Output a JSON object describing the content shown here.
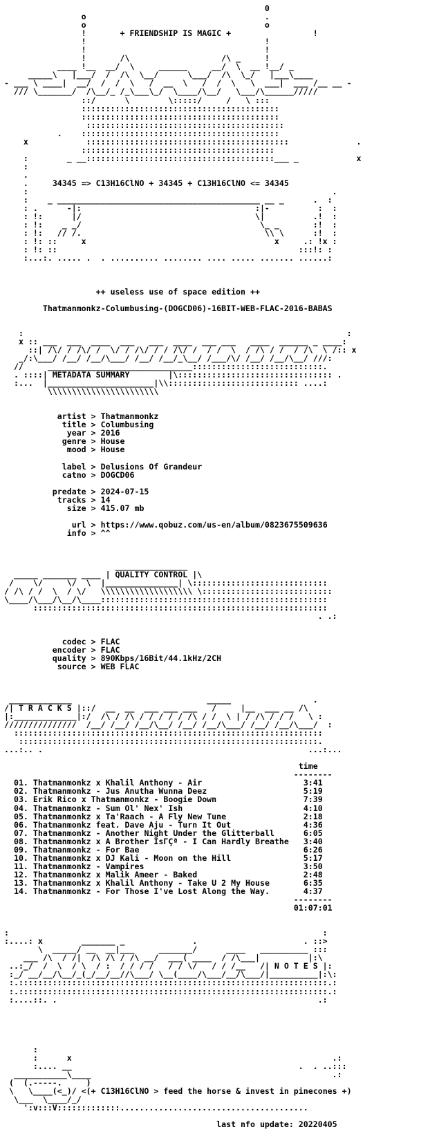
{
  "nfo": {
    "tagline": "+ FRIENDSHIP IS MAGIC +",
    "formula_line": "34345 => C13H16ClNO + 34345 + C13H16ClNO <= 34345",
    "edition": "++ useless use of space edition ++",
    "release_name": "Thatmanmonkz-Columbusing-(DOGCD06)-16BIT-WEB-FLAC-2016-BABAS",
    "sections": {
      "metadata": "METADATA SUMMARY",
      "quality": "QUALITY CONTROL",
      "tracks": "T R A C K S",
      "notes": "N O T E S"
    },
    "metadata": {
      "artist": "Thatmanmonkz",
      "title": "Columbusing",
      "year": "2016",
      "genre": "House",
      "mood": "House",
      "label": "Delusions Of Grandeur",
      "catno": "DOGCD06",
      "predate": "2024-07-15",
      "tracks": "14",
      "size": "415.07 mb",
      "url": "https://www.qobuz.com/us-en/album/0823675509636",
      "info": "^^"
    },
    "quality": {
      "codec": "FLAC",
      "encoder": "FLAC",
      "quality": "890Kbps/16Bit/44.1kHz/2CH",
      "source": "WEB FLAC"
    },
    "time_header": "time",
    "tracklist": [
      {
        "no": "01.",
        "title": "Thatmanmonkz x Khalil Anthony - Air",
        "time": "3:41"
      },
      {
        "no": "02.",
        "title": "Thatmanmonkz - Jus Anutha Wunna Deez",
        "time": "5:19"
      },
      {
        "no": "03.",
        "title": "Erik Rico x Thatmanmonkz - Boogie Down",
        "time": "7:39"
      },
      {
        "no": "04.",
        "title": "Thatmanmonkz - Sum Ol' Nex' Ish",
        "time": "4:10"
      },
      {
        "no": "05.",
        "title": "Thatmanmonkz x Ta'Raach - A Fly New Tune",
        "time": "2:18"
      },
      {
        "no": "06.",
        "title": "Thatmanmonkz feat. Dave Aju - Turn It Out",
        "time": "4:36"
      },
      {
        "no": "07.",
        "title": "Thatmanmonkz - Another Night Under the Glitterball",
        "time": "6:05"
      },
      {
        "no": "08.",
        "title": "Thatmanmonkz x A Brother IsΓÇª - I Can Hardly Breathe",
        "time": "3:40"
      },
      {
        "no": "09.",
        "title": "Thatmanmonkz - For Bae",
        "time": "6:26"
      },
      {
        "no": "10.",
        "title": "Thatmanmonkz x DJ Kali - Moon on the Hill",
        "time": "5:17"
      },
      {
        "no": "11.",
        "title": "Thatmanmonkz - Vampires",
        "time": "3:50"
      },
      {
        "no": "12.",
        "title": "Thatmanmonkz x Malik Ameer - Baked",
        "time": "2:48"
      },
      {
        "no": "13.",
        "title": "Thatmanmonkz x Khalil Anthony - Take U 2 My House",
        "time": "6:35"
      },
      {
        "no": "14.",
        "title": "Thatmanmonkz - For Those I've Lost Along the Way.",
        "time": "4:37"
      }
    ],
    "total_time": "01:07:01",
    "footer_message": "<(+ C13H16ClNO > feed the horse & invest in pinecones +)",
    "last_update": "last nfo update: 20220405"
  }
}
